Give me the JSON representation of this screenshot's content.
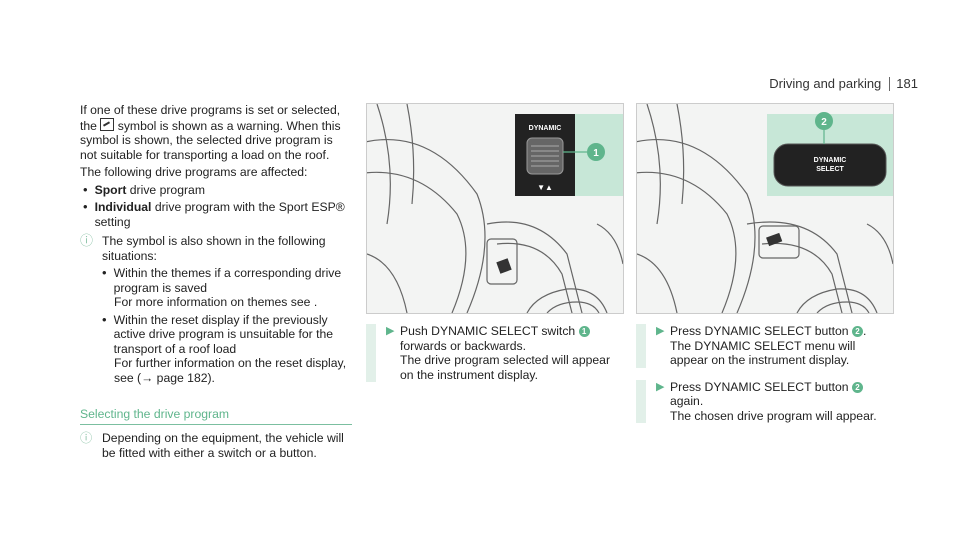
{
  "header": {
    "section": "Driving and parking",
    "page": "181"
  },
  "col1": {
    "intro_a": "If one of these drive programs is set or selected, the",
    "intro_b": "symbol is shown as a warning. When this symbol is shown, the selected drive program is not suitable for transporting a load on the roof.",
    "affected": "The following drive programs are affected:",
    "items": [
      {
        "bold": "Sport",
        "text": "drive program"
      },
      {
        "bold": "Individual",
        "text": "drive program with the Sport ESP® setting"
      }
    ],
    "note_text": "The symbol is also shown in the following situations:",
    "sub_items": [
      {
        "text": "Within the themes if a corresponding drive program is saved",
        "more": "For more information on themes see ."
      },
      {
        "text": "Within the reset display if the previously active drive program is unsuitable for the transport of a roof load",
        "more": "For further information on the reset display, see (→ page 182)."
      }
    ]
  },
  "section": {
    "title": "Selecting the drive program",
    "note": "Depending on the equipment, the vehicle will be fitted with either a switch or a button."
  },
  "figure1": {
    "switch_label": "DYNAMIC",
    "badge": "1",
    "arrows": "▼▲"
  },
  "figure2": {
    "button_label_1": "DYNAMIC",
    "button_label_2": "SELECT",
    "badge": "2"
  },
  "instr1": {
    "pre": "Push DYNAMIC SELECT switch",
    "badge": "1",
    "post": "forwards or backwards.",
    "result": "The drive program selected will appear on the instrument display."
  },
  "instr2": {
    "step1_pre": "Press DYNAMIC SELECT button",
    "step1_badge": "2",
    "step1_post": ".",
    "step1_result": "The DYNAMIC SELECT menu will appear on the instrument display.",
    "step2_pre": "Press DYNAMIC SELECT button",
    "step2_badge": "2",
    "step2_post": "again.",
    "step2_result": "The chosen drive program will appear."
  },
  "icons": {
    "note": "info-icon",
    "step": "arrow-right-icon",
    "warning": "roof-load-warning-icon"
  },
  "colors": {
    "accent": "#5fb58c",
    "step_bar": "#e2f0e9"
  }
}
